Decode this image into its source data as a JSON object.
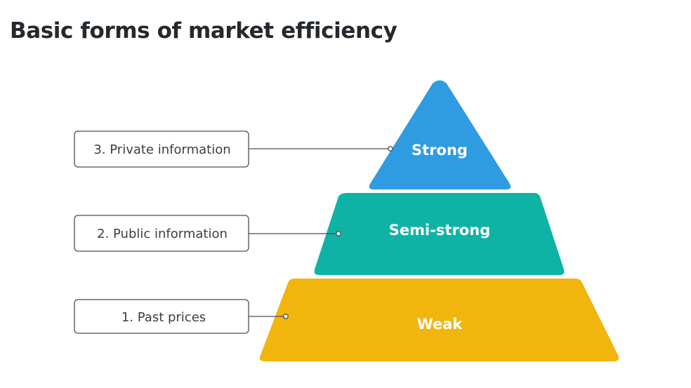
{
  "title": "Basic forms of market efficiency",
  "tiers": [
    {
      "name": "Strong",
      "label": "3. Private information",
      "color": "#2f9be0"
    },
    {
      "name": "Semi-strong",
      "label": "2. Public information",
      "color": "#0fb3a6"
    },
    {
      "name": "Weak",
      "label": "1. Past prices",
      "color": "#f2b50d"
    }
  ],
  "colors": {
    "box_border": "#4a4f55",
    "connector": "#4a4f55",
    "title_text": "#24292e"
  }
}
